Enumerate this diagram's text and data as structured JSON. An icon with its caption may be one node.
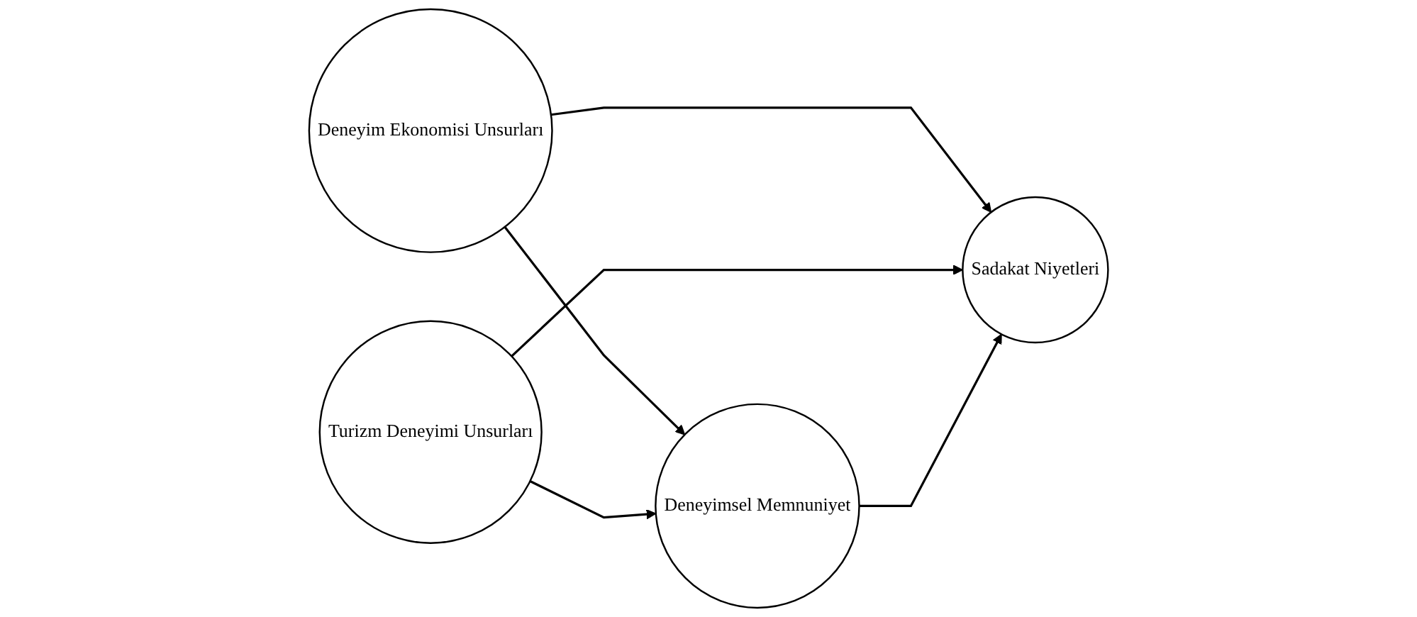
{
  "diagram": {
    "nodes": [
      {
        "text": [
          "Deneyim Ekonomisi Unsurları"
        ]
      },
      {
        "text": [
          "Turizm Deneyimi Unsurları"
        ]
      },
      {
        "text": [
          "Deneyimsel Memnuniyet"
        ]
      },
      {
        "text": [
          "Sadakat Niyetleri"
        ]
      }
    ],
    "edges": [
      {
        "from": 0,
        "to": 2,
        "arrow": "to"
      },
      {
        "from": 0,
        "to": 3,
        "arrow": "to"
      },
      {
        "from": 1,
        "to": 2,
        "arrow": "to"
      },
      {
        "from": 1,
        "to": 3,
        "arrow": "to"
      },
      {
        "from": 2,
        "to": 3,
        "arrow": "to"
      }
    ]
  }
}
